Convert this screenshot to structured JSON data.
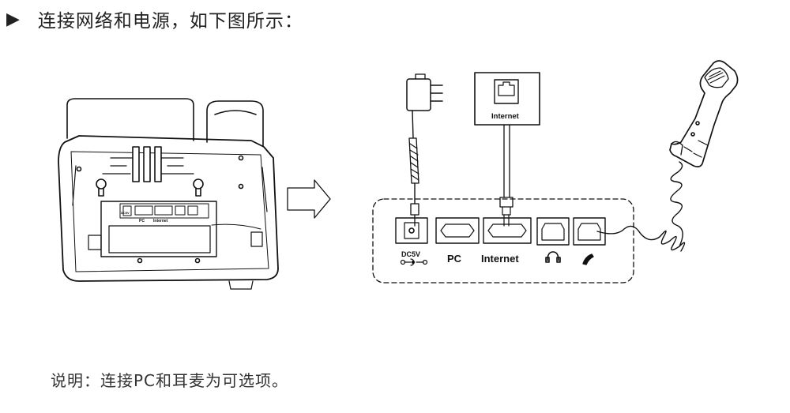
{
  "heading": {
    "marker": "▶",
    "text": "连接网络和电源，如下图所示："
  },
  "diagram": {
    "phone_back_port_labels": [
      "DC5V",
      "PC",
      "Internet"
    ],
    "wall_jack_label": "Internet",
    "port_labels": {
      "power": "DC5V",
      "pc": "PC",
      "internet": "Internet"
    },
    "icons": [
      "power-adapter-icon",
      "headset-icon",
      "handset-icon",
      "ethernet-wall-jack-icon"
    ]
  },
  "note": "说明：连接PC和耳麦为可选项。"
}
